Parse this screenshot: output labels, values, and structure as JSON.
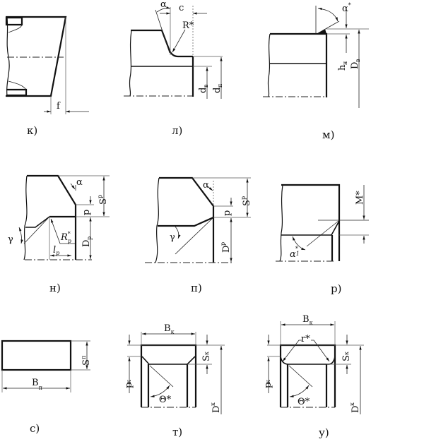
{
  "panels": {
    "k": {
      "caption": "к)",
      "f": "f"
    },
    "l": {
      "caption": "л)",
      "alpha": "α",
      "c": "c",
      "R": "R*",
      "d": "d",
      "d_v_sub": "в",
      "d_p_sub": "п"
    },
    "m": {
      "caption": "м)",
      "alpha": "α",
      "star": "*",
      "h": "h",
      "h_sub": "н",
      "D": "D",
      "D_sub": "в"
    },
    "n": {
      "caption": "н)",
      "alpha": "α",
      "S": "S",
      "S_sub": "p",
      "p": "p",
      "R": "R",
      "R_sup": "*",
      "R_sub": "p",
      "l": "l",
      "l_sub": "p",
      "D": "D",
      "D_sub": "p",
      "gamma": "γ"
    },
    "p": {
      "caption": "п)",
      "alpha": "α",
      "S": "S",
      "S_sub": "p",
      "p": "p",
      "D": "D",
      "D_sub": "p",
      "gamma": "γ"
    },
    "r": {
      "caption": "р)",
      "M": "M*",
      "alpha": "α",
      "alpha_sup": "*",
      "alpha_sub": "1"
    },
    "s": {
      "caption": "с)",
      "S": "S",
      "S_sub": "п",
      "B": "B",
      "B_sub": "п"
    },
    "t": {
      "caption": "т)",
      "B": "B",
      "B_sub": "к",
      "S": "S",
      "S_sub": "к",
      "p": "p",
      "p_sub": "к",
      "D": "D",
      "D_sub": "к",
      "theta": "Θ*"
    },
    "u": {
      "caption": "у)",
      "B": "B",
      "B_sub": "к",
      "r": "r*",
      "S": "S",
      "S_sub": "к",
      "p": "p",
      "p_sub": "к",
      "D": "D",
      "D_sub": "к",
      "theta": "Θ*"
    }
  }
}
